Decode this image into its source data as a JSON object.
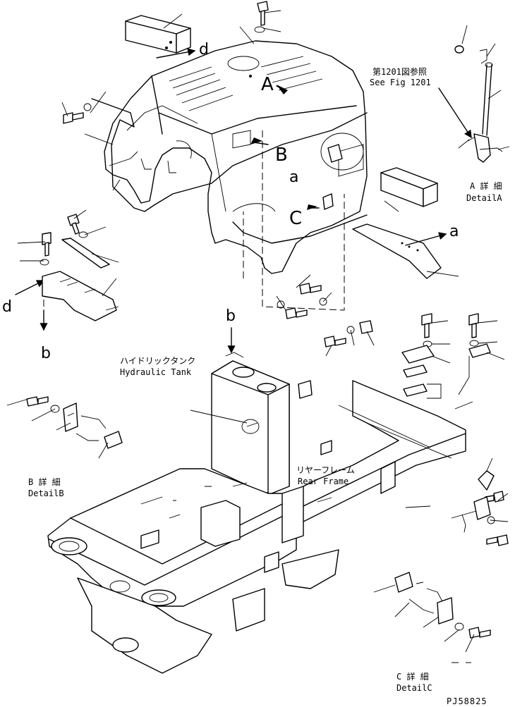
{
  "callouts": {
    "see_fig_jp": "第1201図参照",
    "see_fig_en": "See Fig 1201",
    "hydraulic_tank_jp": "ハイドリックタンク",
    "hydraulic_tank_en": "Hydraulic Tank",
    "rear_frame_jp": "リヤーフレーム",
    "rear_frame_en": "Rear Frame"
  },
  "details": {
    "a_jp": "A 詳 細",
    "a_en": "DetailA",
    "b_jp": "B 詳 細",
    "b_en": "DetailB",
    "c_jp": "C 詳 細",
    "c_en": "DetailC"
  },
  "view_letters": {
    "A": "A",
    "B": "B",
    "C": "C"
  },
  "connector_letters": {
    "a_main": "a",
    "a_right": "a",
    "b_top": "b",
    "b_left": "b",
    "d_top": "d",
    "d_left": "d"
  },
  "document_id": "PJ58825"
}
